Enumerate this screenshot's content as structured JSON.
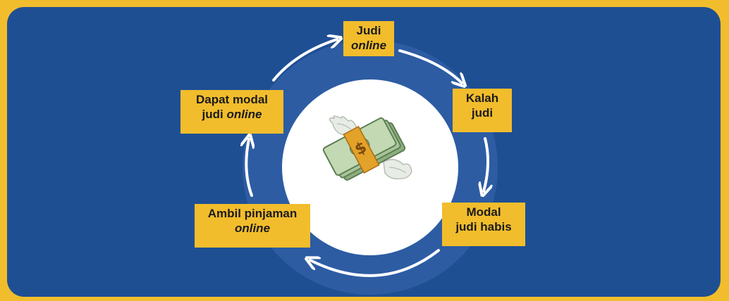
{
  "cycle": {
    "steps": [
      {
        "line1": "Judi",
        "line2": "online"
      },
      {
        "line1": "Kalah",
        "line2": "judi"
      },
      {
        "line1": "Modal",
        "line2": "judi habis"
      },
      {
        "line1": "Ambil pinjaman",
        "line2": "online"
      },
      {
        "line1": "Dapat modal",
        "line2_plain": "judi ",
        "line2_italic": "online"
      }
    ],
    "center_icon": "money-with-wings-icon"
  },
  "colors": {
    "background": "#f2bd2c",
    "panel": "#1f4f93",
    "ring": "#2d5ca3",
    "label": "#f2bd2c",
    "arrow": "#ffffff"
  }
}
